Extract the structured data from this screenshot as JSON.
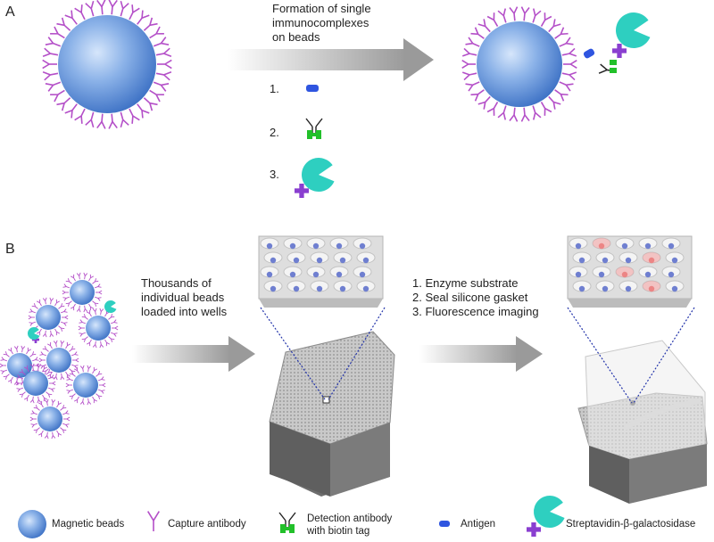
{
  "panels": {
    "a": "A",
    "b": "B"
  },
  "section_a": {
    "heading_lines": [
      "Formation of single",
      "immunocomplexes",
      "on beads"
    ],
    "steps": [
      "1.",
      "2.",
      "3."
    ]
  },
  "section_b": {
    "loading_lines": [
      "Thousands of",
      "individual beads",
      "loaded into wells"
    ],
    "steps": [
      "1.  Enzyme substrate",
      "2.  Seal silicone gasket",
      "3.  Fluorescence imaging"
    ]
  },
  "legend": {
    "beads": "Magnetic beads",
    "capture": "Capture antibody",
    "detection_lines": [
      "Detection antibody",
      "with biotin tag"
    ],
    "antigen": "Antigen",
    "enzyme": "Streptavidin-β-galactosidase"
  },
  "colors": {
    "antibody_capture": "#b44fc8",
    "antigen": "#2f55e0",
    "biotin": "#22c02a",
    "enzyme": "#2ecfc0",
    "streptavidin": "#8a3fd0",
    "bead": "#5d8fd6",
    "arrow": "#9a9a9a"
  },
  "icons": [
    "magnetic-bead-icon",
    "capture-antibody-icon",
    "detection-antibody-icon",
    "antigen-icon",
    "enzyme-icon"
  ]
}
